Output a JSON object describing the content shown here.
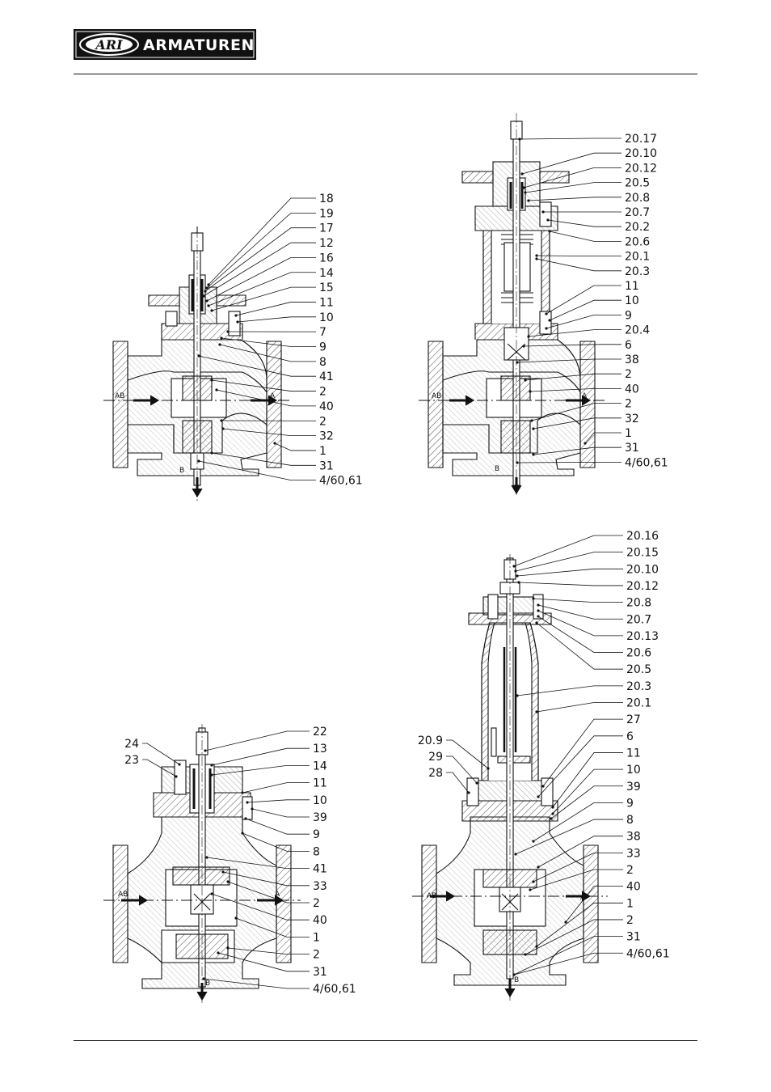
{
  "header": {
    "brand": "ARMATUREN",
    "logo_mark": "ARI"
  },
  "flow": {
    "ab": "AB",
    "a": "A",
    "b": "B"
  },
  "views": {
    "top_left": {
      "right_labels": [
        "18",
        "19",
        "17",
        "12",
        "16",
        "14",
        "15",
        "11",
        "10",
        "7",
        "9",
        "8",
        "41",
        "2",
        "40",
        "2",
        "32",
        "1",
        "31",
        "4/60,61"
      ]
    },
    "top_right": {
      "right_labels": [
        "20.17",
        "20.10",
        "20.12",
        "20.5",
        "20.8",
        "20.7",
        "20.2",
        "20.6",
        "20.1",
        "20.3",
        "11",
        "10",
        "9",
        "20.4",
        "6",
        "38",
        "2",
        "40",
        "2",
        "32",
        "1",
        "31",
        "4/60,61"
      ]
    },
    "bottom_left": {
      "left_labels": [
        "24",
        "23"
      ],
      "right_labels": [
        "22",
        "13",
        "14",
        "11",
        "10",
        "39",
        "9",
        "8",
        "41",
        "33",
        "2",
        "40",
        "1",
        "2",
        "31",
        "4/60,61"
      ]
    },
    "bottom_right": {
      "left_labels": [
        "20.9",
        "29",
        "28"
      ],
      "right_labels": [
        "20.16",
        "20.15",
        "20.10",
        "20.12",
        "20.8",
        "20.7",
        "20.13",
        "20.6",
        "20.5",
        "20.3",
        "20.1",
        "27",
        "6",
        "11",
        "10",
        "39",
        "9",
        "8",
        "38",
        "33",
        "2",
        "40",
        "1",
        "2",
        "31",
        "4/60,61"
      ]
    }
  }
}
